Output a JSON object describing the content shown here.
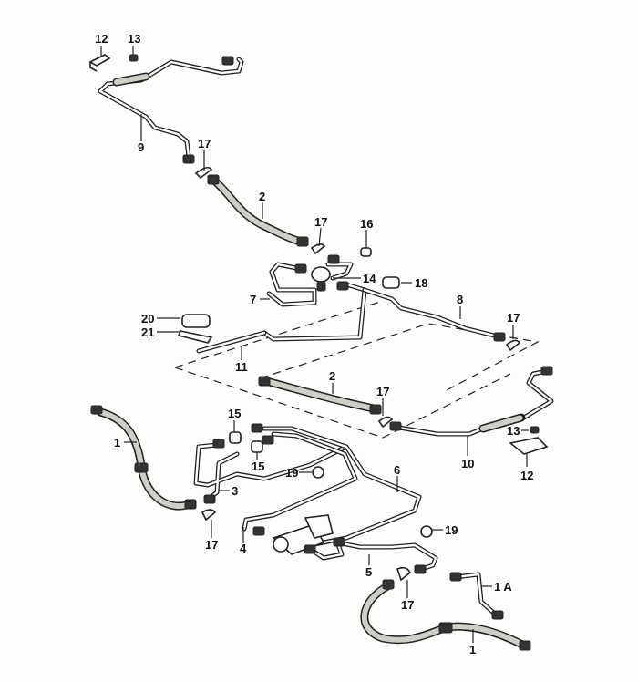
{
  "diagram": {
    "title": "Brake line / hose assembly exploded view",
    "callouts": [
      {
        "id": "c12a",
        "label": "12"
      },
      {
        "id": "c13a",
        "label": "13"
      },
      {
        "id": "c9",
        "label": "9"
      },
      {
        "id": "c17a",
        "label": "17"
      },
      {
        "id": "c2a",
        "label": "2"
      },
      {
        "id": "c17b",
        "label": "17"
      },
      {
        "id": "c16",
        "label": "16"
      },
      {
        "id": "c14",
        "label": "14"
      },
      {
        "id": "c18",
        "label": "18"
      },
      {
        "id": "c7",
        "label": "7"
      },
      {
        "id": "c8",
        "label": "8"
      },
      {
        "id": "c17c",
        "label": "17"
      },
      {
        "id": "c20",
        "label": "20"
      },
      {
        "id": "c21",
        "label": "21"
      },
      {
        "id": "c11",
        "label": "11"
      },
      {
        "id": "c2b",
        "label": "2"
      },
      {
        "id": "c17d",
        "label": "17"
      },
      {
        "id": "c13b",
        "label": "13"
      },
      {
        "id": "c10",
        "label": "10"
      },
      {
        "id": "c12b",
        "label": "12"
      },
      {
        "id": "c1a",
        "label": "1"
      },
      {
        "id": "c15a",
        "label": "15"
      },
      {
        "id": "c15b",
        "label": "15"
      },
      {
        "id": "c19a",
        "label": "19"
      },
      {
        "id": "c3",
        "label": "3"
      },
      {
        "id": "c6",
        "label": "6"
      },
      {
        "id": "c17e",
        "label": "17"
      },
      {
        "id": "c4",
        "label": "4"
      },
      {
        "id": "c5",
        "label": "5"
      },
      {
        "id": "c19b",
        "label": "19"
      },
      {
        "id": "c17f",
        "label": "17"
      },
      {
        "id": "c1A",
        "label": "1 A"
      },
      {
        "id": "c1b",
        "label": "1"
      }
    ]
  }
}
